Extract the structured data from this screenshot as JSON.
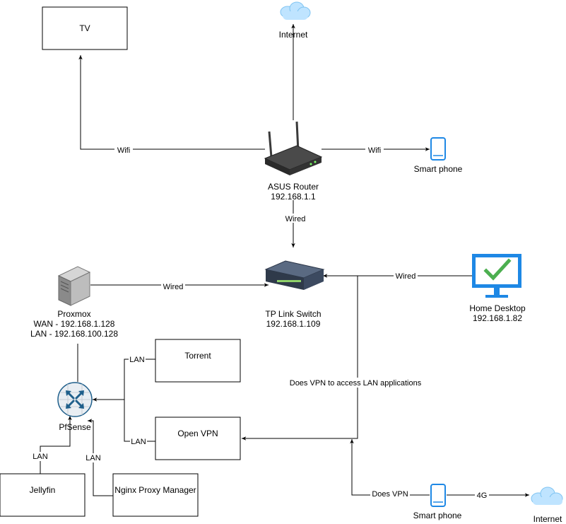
{
  "nodes": {
    "tv": {
      "label": "TV"
    },
    "internet_top": {
      "label": "Internet"
    },
    "router": {
      "label": "ASUS Router",
      "ip": "192.168.1.1"
    },
    "smartphone_top": {
      "label": "Smart phone"
    },
    "switch": {
      "label": "TP Link Switch",
      "ip": "192.168.1.109"
    },
    "proxmox": {
      "label": "Proxmox",
      "wan": "WAN - 192.168.1.128",
      "lan": "LAN - 192.168.100.128"
    },
    "desktop": {
      "label": "Home Desktop",
      "ip": "192.168.1.82"
    },
    "torrent": {
      "label": "Torrent"
    },
    "openvpn": {
      "label": "Open VPN"
    },
    "pfsense": {
      "label": "PfSense"
    },
    "jellyfin": {
      "label": "Jellyfin"
    },
    "nginx": {
      "label": "Nginx Proxy Manager"
    },
    "smartphone_bottom": {
      "label": "Smart phone"
    },
    "internet_bottom": {
      "label": "Internet"
    }
  },
  "edges": {
    "router_tv": "Wifi",
    "router_phone": "Wifi",
    "router_switch": "Wired",
    "proxmox_switch": "Wired",
    "desktop_switch": "Wired",
    "vpn_note": "Does VPN to access LAN applications",
    "pfsense_torrent": "LAN",
    "pfsense_openvpn": "LAN",
    "jellyfin_pfsense": "LAN",
    "nginx_pfsense": "LAN",
    "phone_does_vpn": "Does VPN",
    "phone_4g": "4G"
  },
  "colors": {
    "line": "#000000",
    "cloud": "#bfe4ff",
    "cloud_edge": "#7fc4f2",
    "phone": "#1e88e5",
    "monitor": "#1e88e5",
    "check": "#4caf50",
    "server": "#9e9e9e",
    "router_body": "#3a3a3a",
    "switch_body": "#2f3a4a",
    "pfsense_ring": "#1f5f8b"
  }
}
